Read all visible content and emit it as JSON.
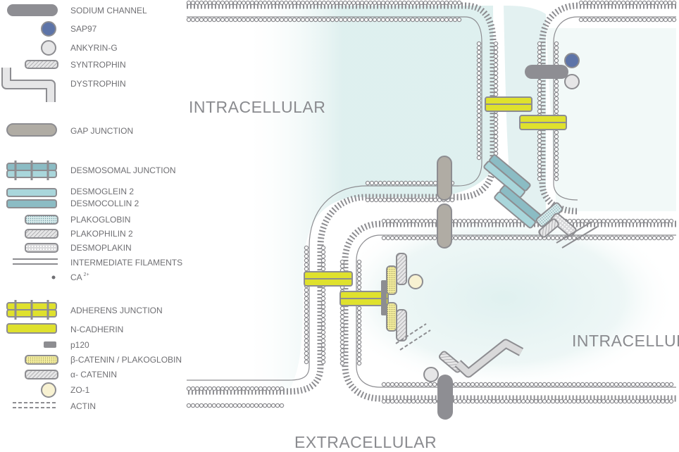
{
  "legend": {
    "sodium_channel": "SODIUM CHANNEL",
    "sap97": "SAP97",
    "ankyrin_g": "ANKYRIN-G",
    "syntrophin": "SYNTROPHIN",
    "dystrophin": "DYSTROPHIN",
    "gap_junction": "GAP JUNCTION",
    "desmosomal_junction": "DESMOSOMAL JUNCTION",
    "desmoglein2": "DESMOGLEIN 2",
    "desmocollin2": "DESMOCOLLIN 2",
    "plakoglobin": "PLAKOGLOBIN",
    "plakophilin2": "PLAKOPHILIN 2",
    "desmoplakin": "DESMOPLAKIN",
    "intermediate_filaments": "INTERMEDIATE FILAMENTS",
    "calcium": "CA",
    "calcium_charge": "2+",
    "adherens_junction": "ADHERENS JUNCTION",
    "n_cadherin": "N-CADHERIN",
    "p120": "p120",
    "beta_catenin": "β-CATENIN / PLAKOGLOBIN",
    "alpha_catenin": "α- CATENIN",
    "zo1": "ZO-1",
    "actin": "ACTIN"
  },
  "regions": {
    "intracellular_top": "INTRACELLULAR",
    "intracellular_right": "INTRACELLULAR",
    "extracellular": "EXTRACELLULAR"
  },
  "colors": {
    "sodium_channel": "#8e8e93",
    "sap97": "#5d74a8",
    "ankyrin_g": "#d9d9da",
    "syntrophin": "#c9c9cb",
    "gap_junction": "#b0aca4",
    "desmosome": "#8bbcc4",
    "desmoglein": "#a9d6db",
    "n_cadherin": "#dfe12d",
    "beta_catenin": "#f2ec9e",
    "zo1": "#f8f2d2",
    "membrane": "#8d8d91",
    "extracellular_fill": "#dff0ef"
  }
}
